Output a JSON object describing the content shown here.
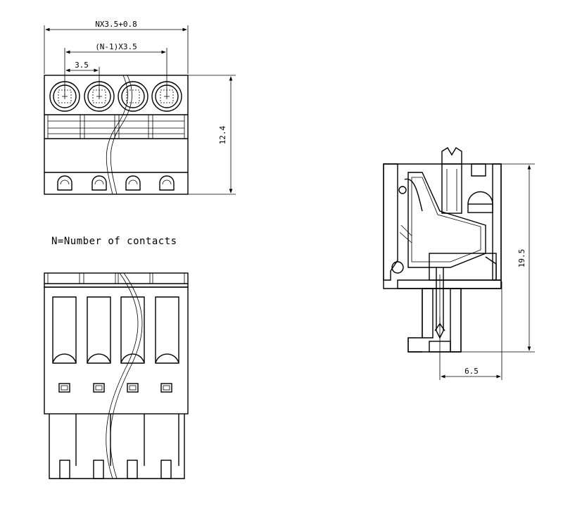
{
  "dimensions": {
    "overall_width": "NX3.5+0.8",
    "pitch_span": "(N-1)X3.5",
    "pitch": "3.5",
    "height_top_view": "12.4",
    "height_side_view": "19.5",
    "depth_side_view": "6.5"
  },
  "note": "N=Number of contacts"
}
